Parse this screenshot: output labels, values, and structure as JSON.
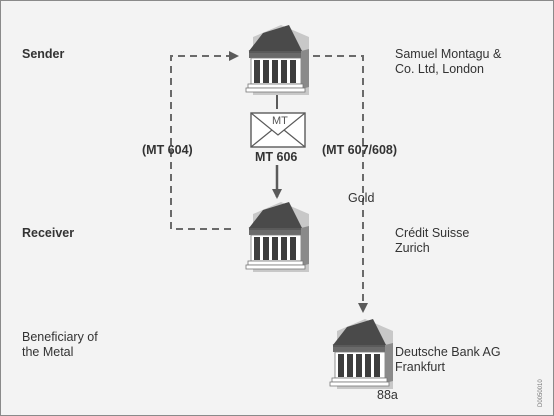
{
  "roles": {
    "sender": "Sender",
    "receiver": "Receiver",
    "beneficiary_line1": "Beneficiary of",
    "beneficiary_line2": "the Metal"
  },
  "banks": {
    "sender_line1": "Samuel Montagu &",
    "sender_line2": "Co. Ltd, London",
    "receiver_line1": "Crédit Suisse",
    "receiver_line2": "Zurich",
    "beneficiary_line1": "Deutsche Bank AG",
    "beneficiary_line2": "Frankfurt"
  },
  "messages": {
    "left": "(MT 604)",
    "center": "MT 606",
    "right": "(MT 607/608)",
    "envelope": "MT",
    "gold": "Gold"
  },
  "figure": {
    "tag": "88a",
    "code": "D0050010"
  }
}
